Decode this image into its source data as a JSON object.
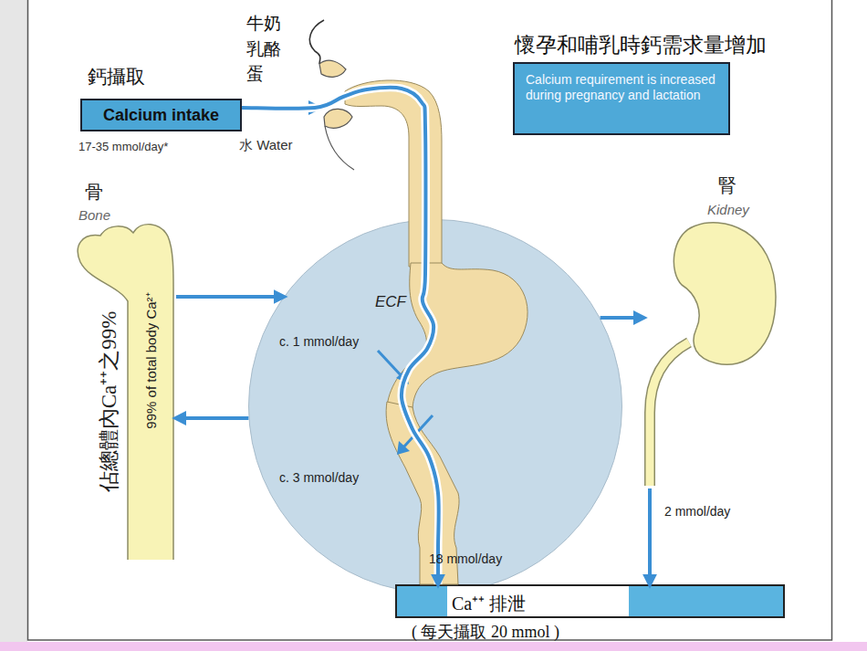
{
  "diagram": {
    "nodes": [
      {
        "text": [
          "鈣攝取",
          "Calcium intake"
        ]
      },
      {
        "text": [
          "懷孕和哺乳時鈣需求量增加",
          "Calcium requirement is increased during pregnancy and lactation"
        ]
      },
      {
        "text": [
          "骨",
          "Bone",
          "99% of total body Ca²⁺",
          "佔總體內Ca⁺⁺之99%"
        ]
      },
      {
        "text": [
          "ECF"
        ]
      },
      {
        "text": [
          "腎",
          "Kidney"
        ]
      },
      {
        "text": [
          "Ca⁺⁺ 排泄",
          "( 每天攝取 20 mmol )"
        ]
      }
    ],
    "edges": [
      {
        "from": 2,
        "to": 3,
        "arrow": "to"
      },
      {
        "from": 3,
        "to": 2,
        "arrow": "to"
      },
      {
        "from": 3,
        "to": 4,
        "arrow": "to"
      },
      {
        "from": 4,
        "to": 5,
        "label": "2 mmol/day",
        "arrow": "to"
      },
      {
        "from": 0,
        "to": 5,
        "label": "18 mmol/day",
        "arrow": "to"
      }
    ],
    "labels": [
      "牛奶 乳酪 蛋",
      "17-35 mmol/day*",
      "水 Water",
      "c. 1 mmol/day",
      "c. 3 mmol/day"
    ]
  }
}
